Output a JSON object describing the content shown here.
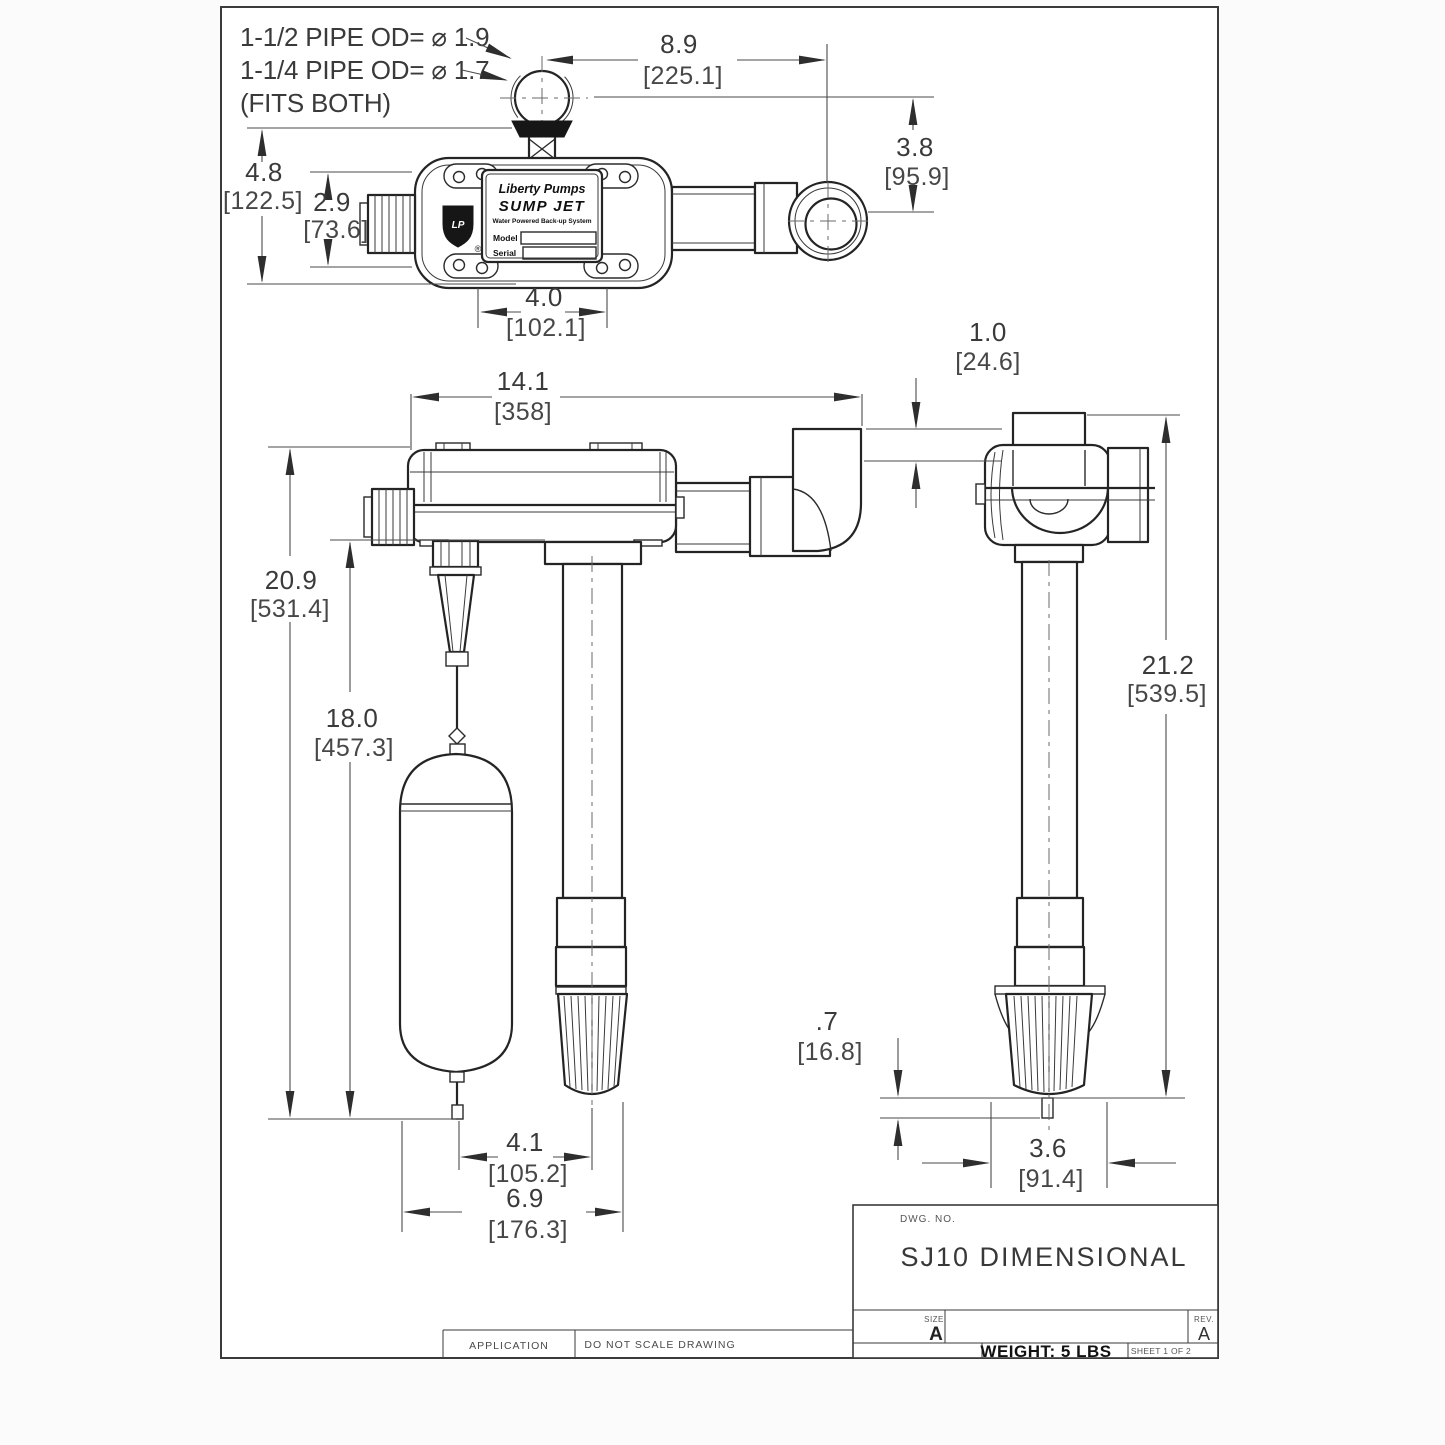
{
  "drawing": {
    "notes": {
      "l1": "1-1/2 PIPE OD= ⌀ 1.9",
      "l2": "1-1/4 PIPE OD= ⌀ 1.7",
      "l3": "(FITS BOTH)"
    },
    "nameplate": {
      "brand": "Liberty Pumps",
      "product": "SUMP JET",
      "tagline": "Water Powered Back-up System",
      "model_label": "Model",
      "serial_label": "Serial",
      "shield_monogram": "LP",
      "registered": "®"
    },
    "dims": {
      "d89": {
        "v": "8.9",
        "mm": "[225.1]"
      },
      "d38": {
        "v": "3.8",
        "mm": "[95.9]"
      },
      "d48": {
        "v": "4.8",
        "mm": "[122.5]"
      },
      "d29": {
        "v": "2.9",
        "mm": "[73.6]"
      },
      "d40": {
        "v": "4.0",
        "mm": "[102.1]"
      },
      "d141": {
        "v": "14.1",
        "mm": "[358]"
      },
      "d10": {
        "v": "1.0",
        "mm": "[24.6]"
      },
      "d209": {
        "v": "20.9",
        "mm": "[531.4]"
      },
      "d180": {
        "v": "18.0",
        "mm": "[457.3]"
      },
      "d212": {
        "v": "21.2",
        "mm": "[539.5]"
      },
      "d41": {
        "v": "4.1",
        "mm": "[105.2]"
      },
      "d69": {
        "v": "6.9",
        "mm": "[176.3]"
      },
      "d07": {
        "v": ".7",
        "mm": "[16.8]"
      },
      "d36": {
        "v": "3.6",
        "mm": "[91.4]"
      }
    },
    "title_block": {
      "dwg_no_label": "DWG. NO.",
      "title": "SJ10 DIMENSIONAL",
      "size_label": "SIZE",
      "size": "A",
      "rev_label": "REV.",
      "rev": "A",
      "weight": "WEIGHT: 5 LBS",
      "sheet": "SHEET 1 OF 2"
    },
    "footer": {
      "application": "APPLICATION",
      "do_not_scale": "DO NOT SCALE DRAWING"
    },
    "colors": {
      "band": "#131313",
      "line": "#2b2b2b",
      "paper": "#ffffff"
    }
  }
}
